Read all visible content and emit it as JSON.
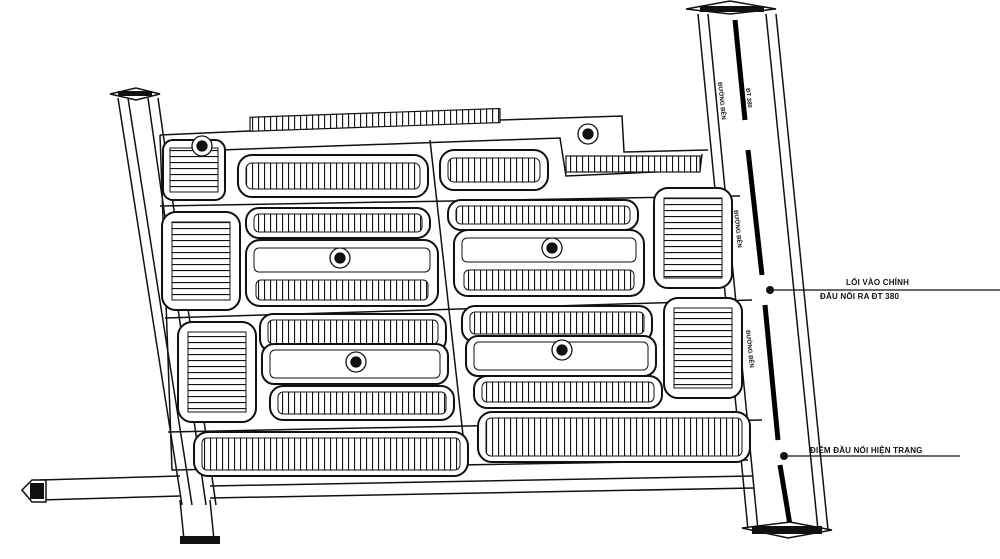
{
  "annotations": {
    "main_entrance_line1": "LỐI VÀO CHÍNH",
    "main_entrance_line2": "ĐẤU NỐI RA ĐT 380",
    "existing_connection": "ĐIỂM ĐẦU NỐI HIỆN TRẠNG"
  },
  "road_labels": {
    "dt380": "ĐT 380",
    "road_a": "ĐƯỜNG BÊN",
    "road_b": "ĐƯỜNG BÊN",
    "road_c": "ĐƯỜNG BÊN"
  },
  "colors": {
    "ink": "#111111",
    "paper": "#ffffff",
    "median": "#000000"
  }
}
